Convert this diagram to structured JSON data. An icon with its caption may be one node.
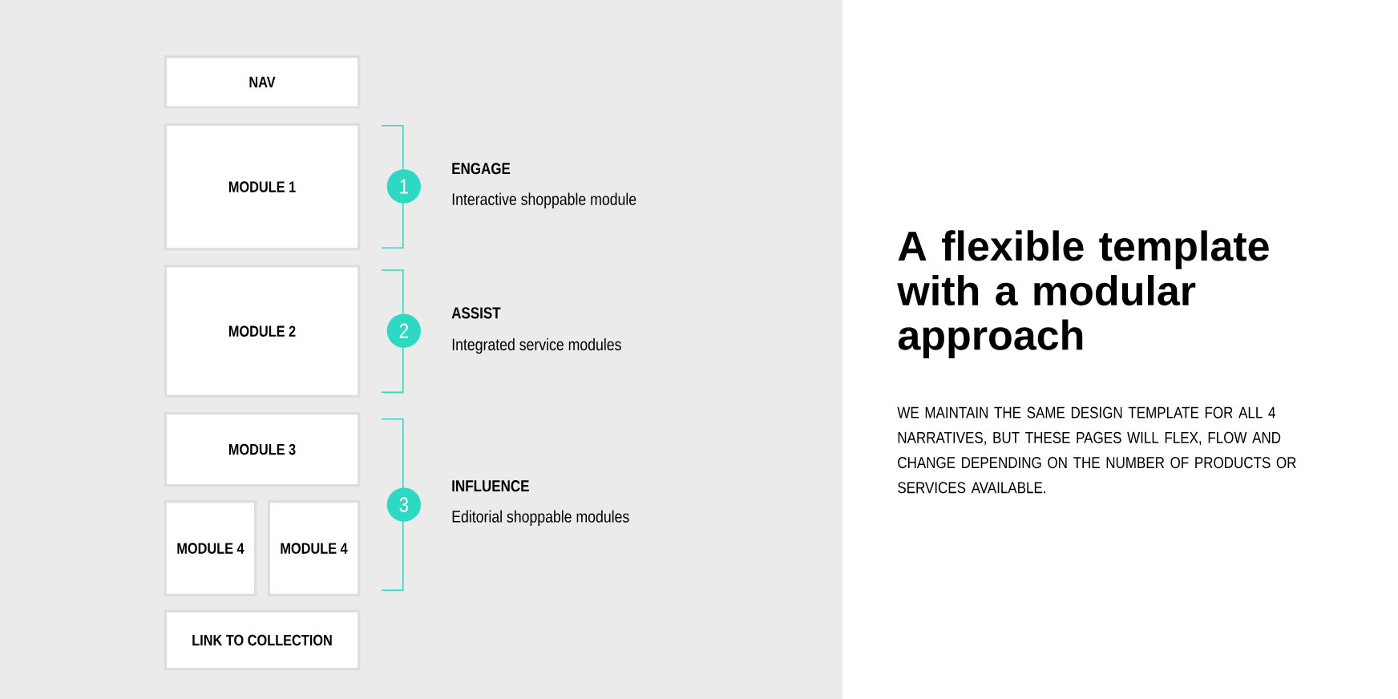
{
  "diagram": {
    "title": "A flexible template with a modular approach",
    "nodes": [
      {
        "text": [
          "NAV"
        ]
      },
      {
        "text": [
          "MODULE 1"
        ]
      },
      {
        "text": [
          "MODULE 2"
        ]
      },
      {
        "text": [
          "MODULE 3"
        ]
      },
      {
        "text": [
          "MODULE 4"
        ]
      },
      {
        "text": [
          "MODULE 4"
        ]
      },
      {
        "text": [
          "LINK TO COLLECTION"
        ]
      },
      {
        "text": [
          "1"
        ],
        "beside": [
          "ENGAGE",
          "Interactive shoppable module"
        ]
      },
      {
        "text": [
          "2"
        ],
        "beside": [
          "ASSIST",
          "Integrated service modules"
        ]
      },
      {
        "text": [
          "3"
        ],
        "beside": [
          "INFLUENCE",
          "Editorial shoppable modules"
        ]
      }
    ],
    "labels": [
      "WE MAINTAIN THE SAME DESIGN TEMPLATE FOR ALL 4 NARRATIVES, BUT THESE PAGES WILL FLEX, FLOW AND CHANGE DEPENDING ON THE NUMBER OF PRODUCTS OR SERVICES AVAILABLE."
    ]
  }
}
